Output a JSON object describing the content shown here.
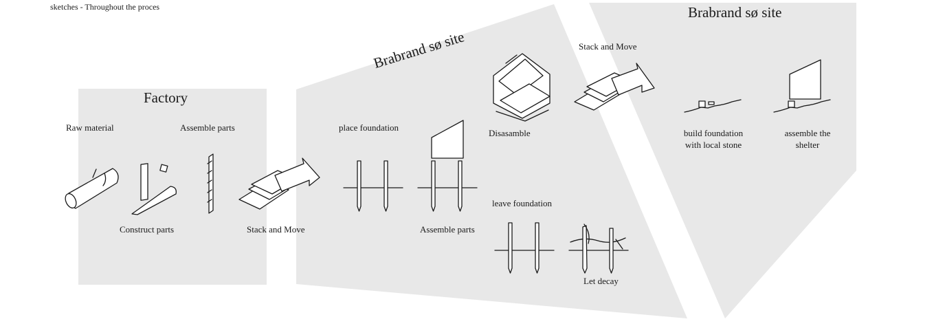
{
  "header": {
    "caption": "sketches - Throughout the proces"
  },
  "zones": {
    "factory": "Factory",
    "site_a": "Brabrand sø site",
    "site_b": "Brabrand sø site"
  },
  "steps": {
    "raw_material": "Raw material",
    "construct_parts": "Construct parts",
    "assemble_parts_factory": "Assemble parts",
    "stack_move_factory": "Stack and Move",
    "place_foundation": "place foundation",
    "assemble_parts_site": "Assemble parts",
    "disassemble": "Disasamble",
    "stack_move_site": "Stack and Move",
    "leave_foundation": "leave foundation",
    "let_decay": "Let decay",
    "build_foundation_line1": "build foundation",
    "build_foundation_line2": "with local stone",
    "assemble_shelter_line1": "assemble the",
    "assemble_shelter_line2": "shelter"
  },
  "colors": {
    "zone_fill": "#e8e8e8",
    "ink": "#1a1a1a",
    "background": "#ffffff"
  }
}
